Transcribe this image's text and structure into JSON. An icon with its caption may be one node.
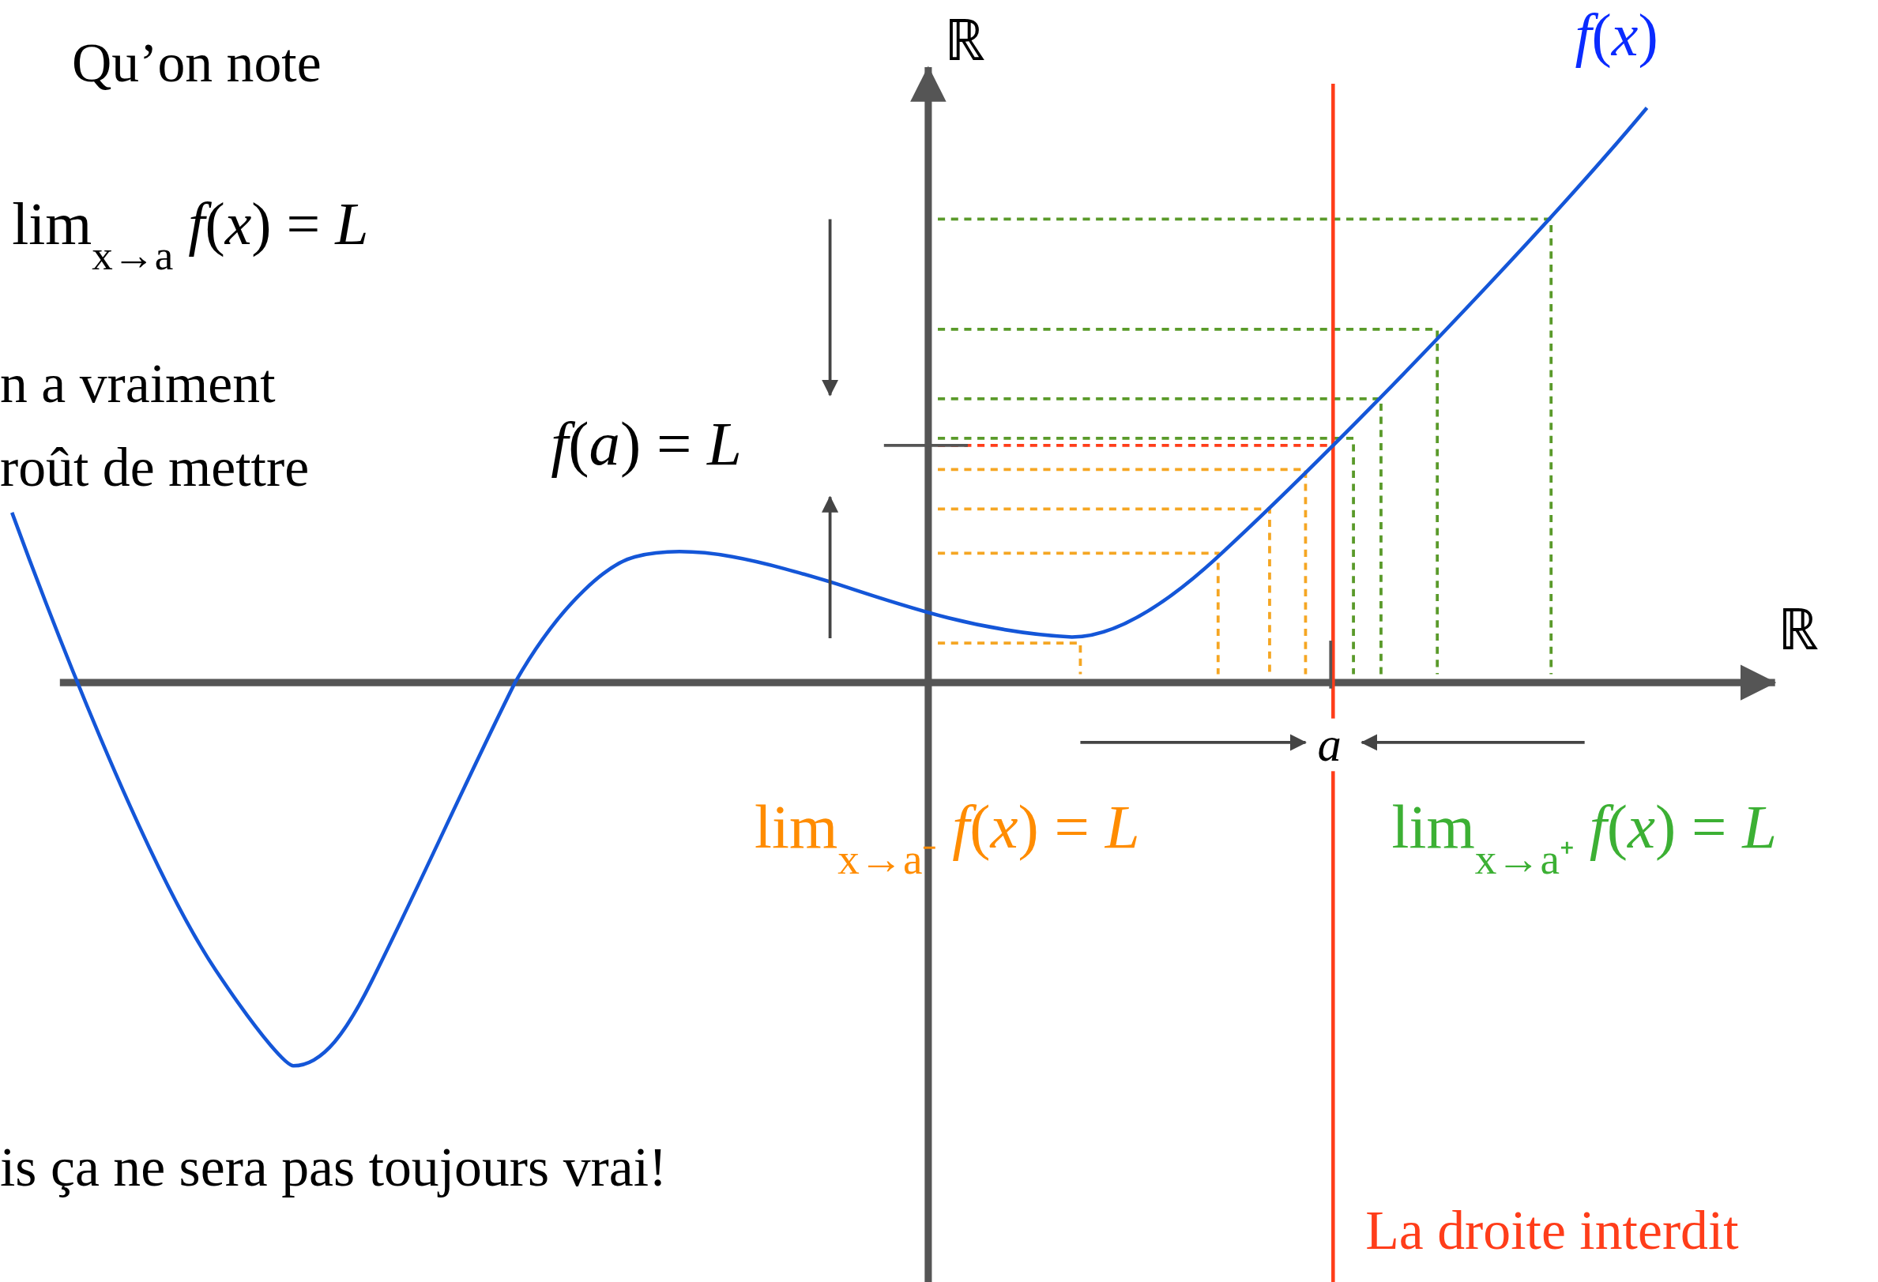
{
  "diagram": {
    "labels": [
      "ℝ",
      "*f*(*x*)",
      "Qu’on note",
      "lim$_{x→a}$ *f*(*x*) = *L*",
      "n a vraiment",
      "roût de mettre",
      "*f*(*a*) = *L*",
      "ℝ",
      "*a*",
      "lim$_{x→a⁻}$ *f*(*x*) = *L*",
      "lim$_{x→a⁺}$ *f*(*x*) = *L*",
      "is ça ne sera pas toujours vrai!",
      "La droite interdit"
    ]
  }
}
